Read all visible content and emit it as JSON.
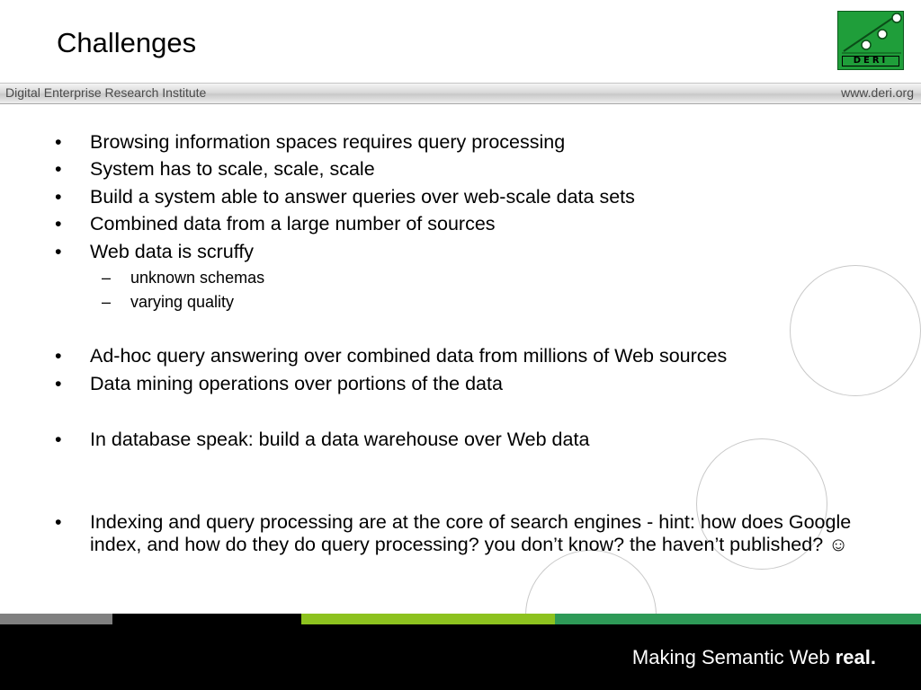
{
  "slide": {
    "title": "Challenges",
    "institute": "Digital Enterprise Research Institute",
    "website": "www.deri.org",
    "logo_text": "DERI",
    "bullets": [
      "Browsing information spaces requires query processing",
      "System has to scale, scale, scale",
      "Build a system able to answer queries over web-scale data sets",
      "Combined data from a large number of sources",
      "Web data is scruffy"
    ],
    "sub_bullets": [
      "unknown schemas",
      "varying quality"
    ],
    "bullets_2": [
      "Ad-hoc query answering over combined data from millions of Web sources",
      "Data mining operations over portions of the data"
    ],
    "bullet_3": "In database speak: build a data warehouse over Web data",
    "bullet_4": "Indexing and query processing are at the core of search engines - hint: how does Google index, and how do they do query processing? you don’t know? the haven’t published? ☺",
    "bullet_marker": "•",
    "sub_marker": "–",
    "tagline_regular": "Making Semantic Web",
    "tagline_bold": "real."
  },
  "colors": {
    "logo_green": "#1f9e3a",
    "bar_grey": "#808080",
    "bar_black": "#000000",
    "bar_lime": "#8dc21f",
    "bar_teal": "#2e9a57",
    "footer": "#000000"
  },
  "icons": {
    "logo": "deri-logo-icon"
  }
}
